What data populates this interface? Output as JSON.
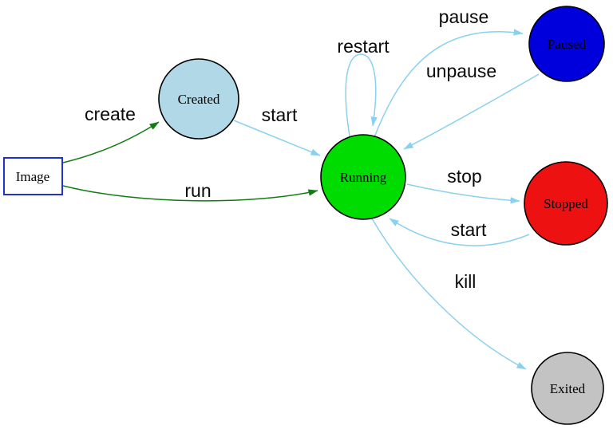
{
  "diagram": {
    "type": "state-diagram",
    "colors": {
      "edge_green": "#117c11",
      "edge_blue": "#8ad1ef",
      "background": "#ffffff"
    },
    "nodes": [
      {
        "id": "image",
        "label": "Image",
        "shape": "rect",
        "fill": "#ffffff",
        "stroke": "#2233cc"
      },
      {
        "id": "created",
        "label": "Created",
        "shape": "circle",
        "fill": "#b0d8e6",
        "stroke": "#000000"
      },
      {
        "id": "running",
        "label": "Running",
        "shape": "circle",
        "fill": "#00dc00",
        "stroke": "#000000"
      },
      {
        "id": "paused",
        "label": "Paused",
        "shape": "circle",
        "fill": "#0000dd",
        "stroke": "#000000"
      },
      {
        "id": "stopped",
        "label": "Stopped",
        "shape": "circle",
        "fill": "#ed1111",
        "stroke": "#000000"
      },
      {
        "id": "exited",
        "label": "Exited",
        "shape": "circle",
        "fill": "#c3c3c3",
        "stroke": "#000000"
      }
    ],
    "edges": [
      {
        "label": "create",
        "from": "image",
        "to": "created",
        "color": "#117c11"
      },
      {
        "label": "run",
        "from": "image",
        "to": "running",
        "color": "#117c11"
      },
      {
        "label": "start",
        "from": "created",
        "to": "running",
        "color": "#8ad1ef"
      },
      {
        "label": "restart",
        "from": "running",
        "to": "running",
        "color": "#8ad1ef"
      },
      {
        "label": "pause",
        "from": "running",
        "to": "paused",
        "color": "#8ad1ef"
      },
      {
        "label": "unpause",
        "from": "paused",
        "to": "running",
        "color": "#8ad1ef"
      },
      {
        "label": "stop",
        "from": "running",
        "to": "stopped",
        "color": "#8ad1ef"
      },
      {
        "label": "start",
        "from": "stopped",
        "to": "running",
        "color": "#8ad1ef"
      },
      {
        "label": "kill",
        "from": "running",
        "to": "exited",
        "color": "#8ad1ef"
      }
    ]
  }
}
